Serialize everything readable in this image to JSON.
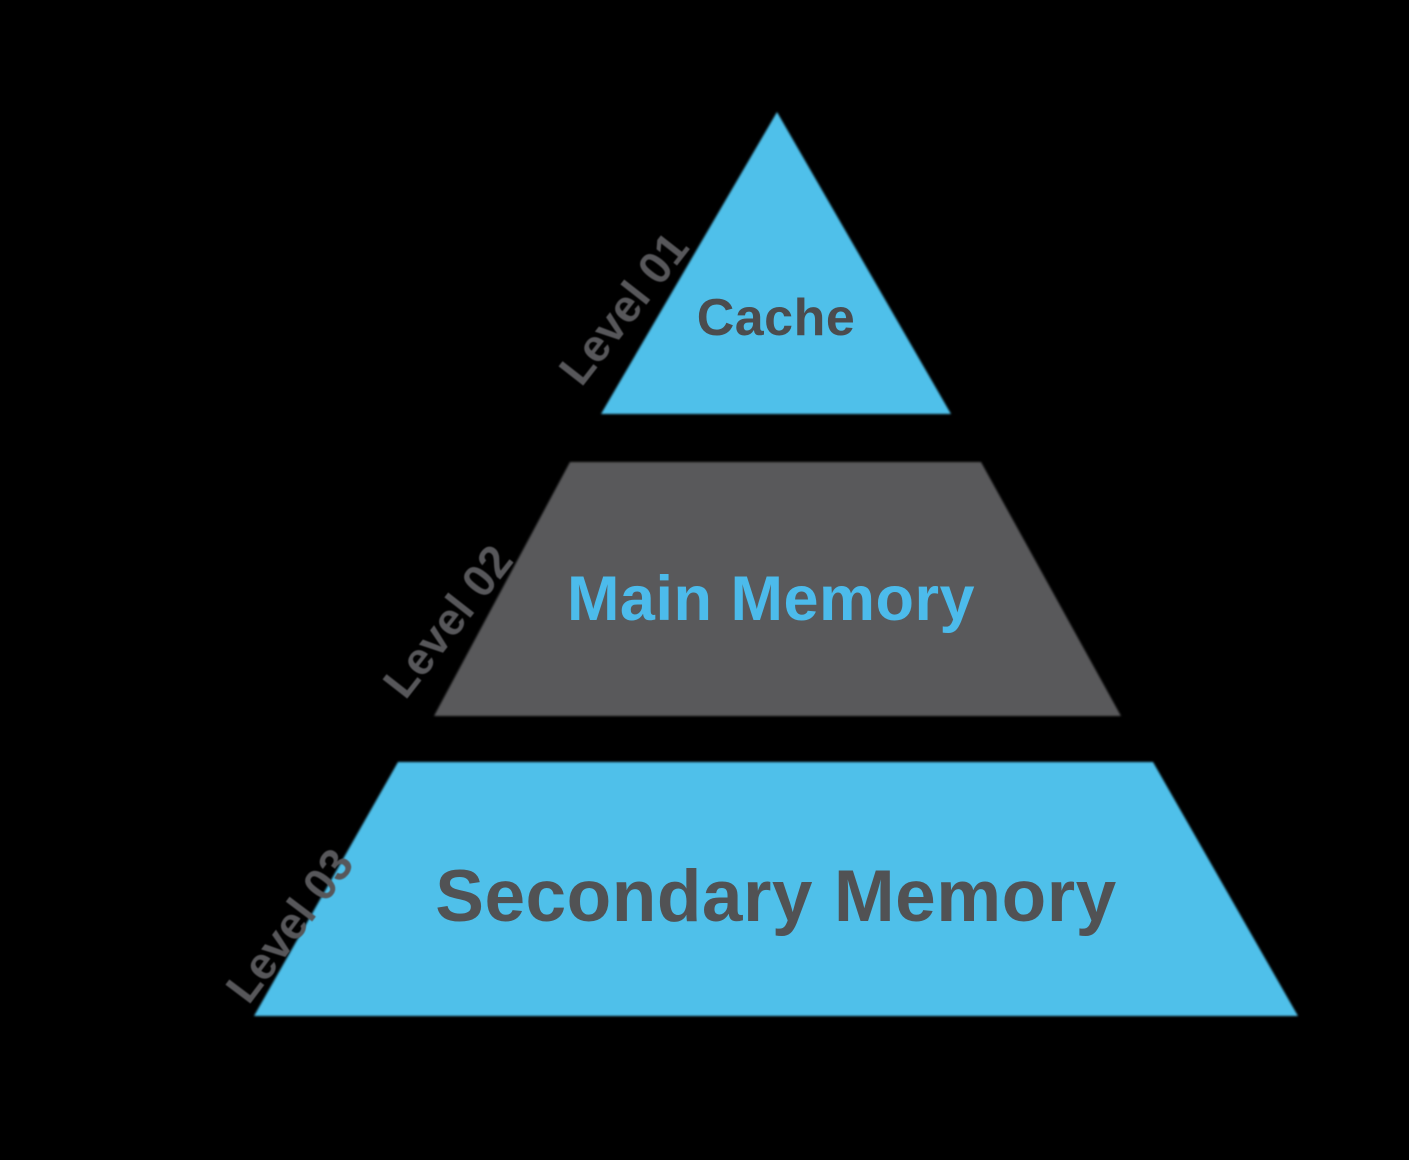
{
  "diagram": {
    "type": "pyramid-hierarchy",
    "background": "#000000",
    "colors": {
      "blue_fill": "#4FC0EA",
      "gray_fill": "#59595B",
      "cache_text": "#4B4C4E",
      "main_memory_text": "#4CBBEB",
      "secondary_memory_text": "#515254",
      "level_label_text": "#57575A"
    },
    "levels": [
      {
        "label": "Level 01",
        "name": "Cache"
      },
      {
        "label": "Level 02",
        "name": "Main Memory"
      },
      {
        "label": "Level 03",
        "name": "Secondary Memory"
      }
    ]
  }
}
